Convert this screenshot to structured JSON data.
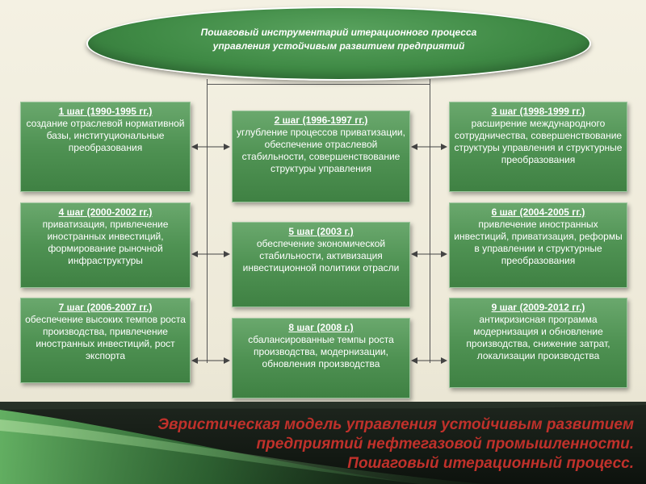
{
  "header": {
    "title_line1": "Пошаговый инструментарий итерационного процесса",
    "title_line2": "управления  устойчивым развитием предприятий"
  },
  "steps": [
    {
      "title": "1 шаг (1990-1995 гг.)",
      "body": "создание отраслевой нормативной базы, институциональные преобразования"
    },
    {
      "title": "2 шаг (1996-1997 гг.)",
      "body": "углубление процессов приватизации,  обеспечение отраслевой стабильности, совершенствование структуры управления"
    },
    {
      "title": "3 шаг (1998-1999 гг.)",
      "body": "расширение международного сотрудничества, совершенствование структуры управления и структурные  преобразования"
    },
    {
      "title": "4 шаг (2000-2002 гг.)",
      "body": "приватизация, привлечение иностранных инвестиций, формирование рыночной инфраструктуры"
    },
    {
      "title": "5 шаг (2003 г.)",
      "body": "обеспечение экономической стабильности, активизация инвестиционной политики отрасли"
    },
    {
      "title": "6 шаг (2004-2005 гг.)",
      "body": "привлечение иностранных инвестиций, приватизация, реформы  в управлении и структурные  преобразования"
    },
    {
      "title": "7 шаг (2006-2007 гг.)",
      "body": "обеспечение высоких темпов роста производства, привлечение  иностранных инвестиций,  рост экспорта"
    },
    {
      "title": "8 шаг (2008 г.)",
      "body": "сбалансированные темпы роста производства, модернизации, обновления производства"
    },
    {
      "title": "9 шаг (2009-2012 гг.)",
      "body": "антикризисная  программа модернизация и обновление производства, снижение затрат, локализации производства"
    }
  ],
  "footer": {
    "line1": "Эвристическая  модель управления устойчивым развитием",
    "line2": "предприятий  нефтегазовой промышленности.",
    "line3": "Пошаговый итерационный процесс."
  },
  "colors": {
    "box_green": "#4f9253",
    "title_text": "#ffffff",
    "footer_red": "#c0312b",
    "band_dark": "#141a14"
  }
}
